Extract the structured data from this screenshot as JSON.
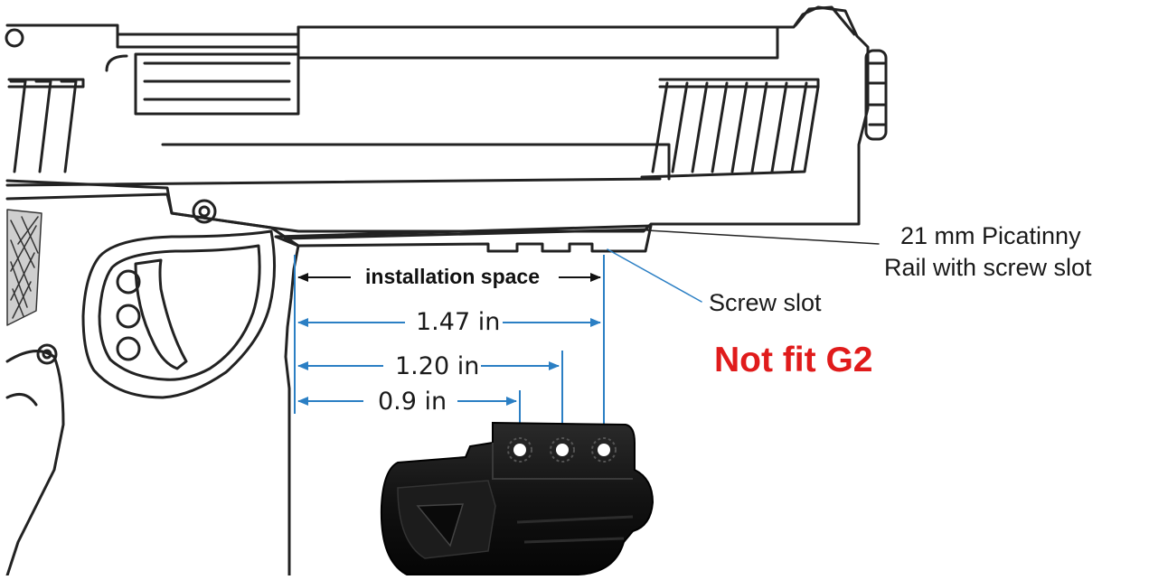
{
  "rail_label_line1": "21 mm  Picatinny",
  "rail_label_line2": "Rail with screw slot",
  "screw_slot_label": "Screw  slot",
  "warning_text": "Not fit G2",
  "installation_label": "installation space",
  "dimensions": [
    "1.47 in",
    "1.20 in",
    "0.9 in"
  ],
  "colors": {
    "dimension_lines": "#2b7fc4",
    "warning": "#e01b1b",
    "drawing": "#222222",
    "light_body": "#111111"
  }
}
